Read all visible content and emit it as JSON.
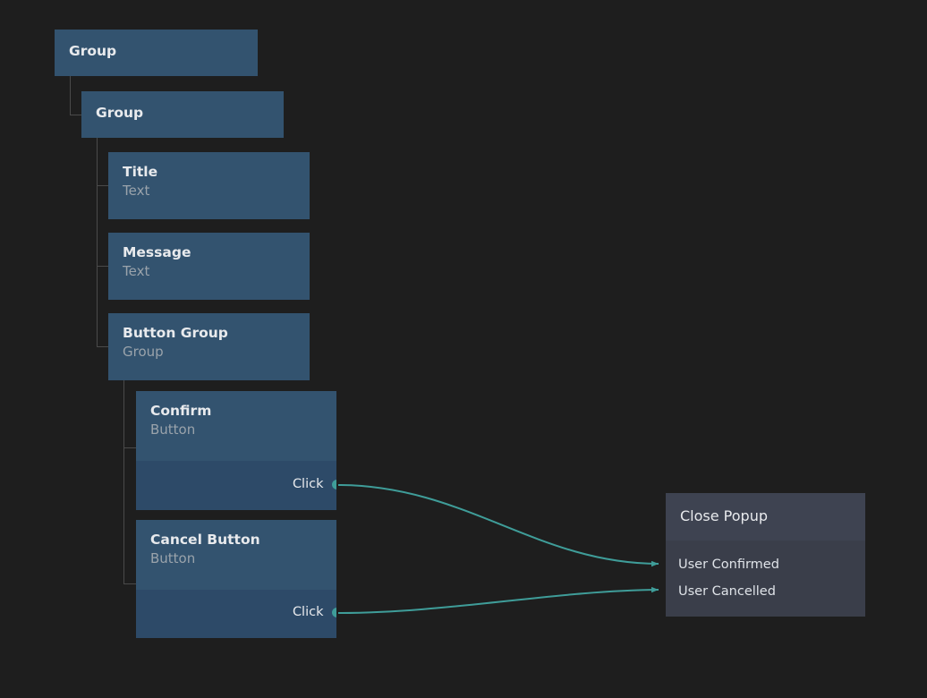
{
  "canvas": {
    "background": "#1e1e1e",
    "accent": "#3f9d99",
    "node_blue_header": "#33536f",
    "node_blue_body": "#2d4a68",
    "node_grey_header": "#3e4351",
    "node_grey_body": "#3a3e4a",
    "connector_line": "#4a4a4a"
  },
  "tree": {
    "root": {
      "title": "Group"
    },
    "child": {
      "title": "Group"
    },
    "leaves": [
      {
        "title": "Title",
        "subtitle": "Text"
      },
      {
        "title": "Message",
        "subtitle": "Text"
      },
      {
        "title": "Button Group",
        "subtitle": "Group"
      }
    ],
    "buttons": [
      {
        "title": "Confirm",
        "subtitle": "Button",
        "port": "Click"
      },
      {
        "title": "Cancel Button",
        "subtitle": "Button",
        "port": "Click"
      }
    ]
  },
  "action_node": {
    "title": "Close Popup",
    "inputs": [
      {
        "label": "User Confirmed"
      },
      {
        "label": "User Cancelled"
      }
    ]
  }
}
